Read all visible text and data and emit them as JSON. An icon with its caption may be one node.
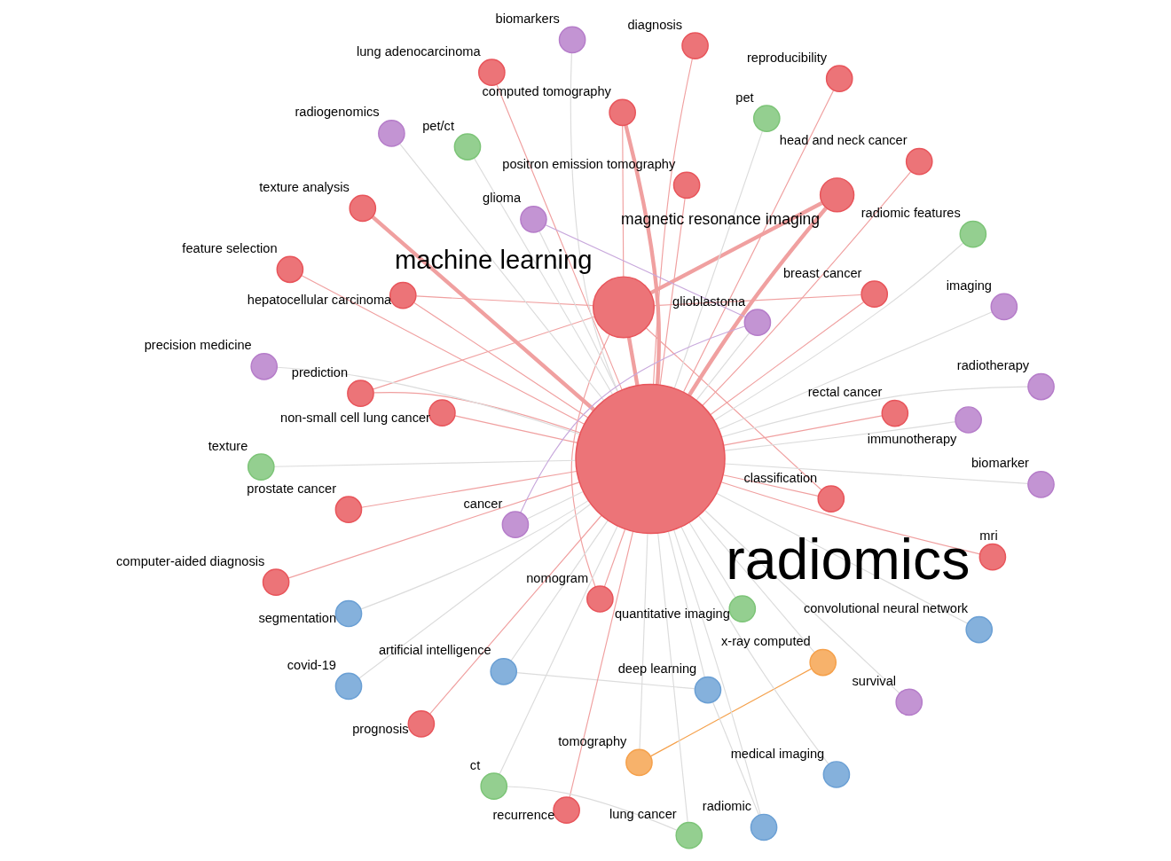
{
  "diagram": {
    "nodes": [
      {
        "text": [
          "computer-aided diagnosis"
        ]
      },
      {
        "text": [
          "x-ray computed"
        ]
      },
      {
        "text": [
          "tomography"
        ]
      },
      {
        "text": [
          "lung adenocarcinoma"
        ]
      },
      {
        "text": [
          "classification"
        ]
      },
      {
        "text": [
          "prostate cancer"
        ]
      },
      {
        "text": [
          "covid-19"
        ]
      },
      {
        "text": [
          "convolutional neural network"
        ]
      },
      {
        "text": [
          "recurrence"
        ]
      },
      {
        "text": [
          "radiomic"
        ]
      },
      {
        "text": [
          "nomogram"
        ]
      },
      {
        "text": [
          "prediction"
        ]
      },
      {
        "text": [
          "machine learning"
        ]
      },
      {
        "text": [
          "breast cancer"
        ]
      },
      {
        "text": [
          "diagnosis"
        ]
      },
      {
        "text": [
          "deep learning"
        ]
      },
      {
        "text": [
          "medical imaging"
        ]
      },
      {
        "text": [
          "feature selection"
        ]
      },
      {
        "text": [
          "hepatocellular carcinoma"
        ]
      },
      {
        "text": [
          "texture analysis"
        ]
      },
      {
        "text": [
          "artificial intelligence"
        ]
      },
      {
        "text": [
          "segmentation"
        ]
      },
      {
        "text": [
          "radiomics"
        ]
      },
      {
        "text": [
          "magnetic resonance imaging"
        ]
      },
      {
        "text": [
          "computed tomography"
        ]
      },
      {
        "text": [
          "lung cancer"
        ]
      },
      {
        "text": [
          "radiomic features"
        ]
      },
      {
        "text": [
          "non-small cell lung cancer"
        ]
      },
      {
        "text": [
          "prognosis"
        ]
      },
      {
        "text": [
          "mri"
        ]
      },
      {
        "text": [
          "pet"
        ]
      },
      {
        "text": [
          "rectal cancer"
        ]
      },
      {
        "text": [
          "ct"
        ]
      },
      {
        "text": [
          "pet/ct"
        ]
      },
      {
        "text": [
          "head and neck cancer"
        ]
      },
      {
        "text": [
          "quantitative imaging"
        ]
      },
      {
        "text": [
          "positron emission tomography"
        ]
      },
      {
        "text": [
          "reproducibility"
        ]
      },
      {
        "text": [
          "precision medicine"
        ]
      },
      {
        "text": [
          "texture"
        ]
      },
      {
        "text": [
          "biomarkers"
        ]
      },
      {
        "text": [
          "radiogenomics"
        ]
      },
      {
        "text": [
          "glioma"
        ]
      },
      {
        "text": [
          "glioblastoma"
        ]
      },
      {
        "text": [
          "immunotherapy"
        ]
      },
      {
        "text": [
          "cancer"
        ]
      },
      {
        "text": [
          "biomarker"
        ]
      },
      {
        "text": [
          "survival"
        ]
      },
      {
        "text": [
          "imaging"
        ]
      },
      {
        "text": [
          "radiotherapy"
        ]
      }
    ],
    "edges": [
      {
        "from": 1,
        "to": 2,
        "arrow": "none",
        "color": "#f5a04a"
      },
      {
        "from": 22,
        "to": 12,
        "arrow": "none",
        "style": "thick",
        "color": "#f0a0a0"
      },
      {
        "from": 22,
        "to": 23,
        "arrow": "none",
        "style": "thick",
        "color": "#f0a0a0"
      },
      {
        "from": 22,
        "to": 24,
        "arrow": "none",
        "style": "thick",
        "color": "#f0a0a0"
      },
      {
        "from": 22,
        "to": 19,
        "arrow": "none",
        "style": "thick",
        "color": "#f0a0a0"
      },
      {
        "from": 22,
        "to": 29,
        "arrow": "none",
        "color": "#f0a0a0"
      },
      {
        "from": 22,
        "to": 28,
        "arrow": "none",
        "color": "#f0a0a0"
      },
      {
        "from": 22,
        "to": 27,
        "arrow": "none",
        "color": "#f0a0a0"
      },
      {
        "from": 22,
        "to": 18,
        "arrow": "none",
        "color": "#f0a0a0"
      },
      {
        "from": 22,
        "to": 13,
        "arrow": "none",
        "color": "#f0a0a0"
      },
      {
        "from": 22,
        "to": 14,
        "arrow": "none",
        "color": "#f0a0a0"
      },
      {
        "from": 22,
        "to": 11,
        "arrow": "none",
        "color": "#f0a0a0"
      },
      {
        "from": 22,
        "to": 10,
        "arrow": "none",
        "color": "#f0a0a0"
      },
      {
        "from": 22,
        "to": 5,
        "arrow": "none",
        "color": "#f0a0a0"
      },
      {
        "from": 22,
        "to": 4,
        "arrow": "none",
        "color": "#f0a0a0"
      },
      {
        "from": 22,
        "to": 3,
        "arrow": "none",
        "color": "#f0a0a0"
      },
      {
        "from": 22,
        "to": 0,
        "arrow": "none",
        "color": "#f0a0a0"
      },
      {
        "from": 22,
        "to": 8,
        "arrow": "none",
        "color": "#f0a0a0"
      },
      {
        "from": 22,
        "to": 17,
        "arrow": "none",
        "color": "#f0a0a0"
      },
      {
        "from": 22,
        "to": 31,
        "arrow": "none",
        "color": "#f0a0a0"
      },
      {
        "from": 22,
        "to": 34,
        "arrow": "none",
        "color": "#f0a0a0"
      },
      {
        "from": 22,
        "to": 36,
        "arrow": "none",
        "color": "#f0a0a0"
      },
      {
        "from": 22,
        "to": 37,
        "arrow": "none",
        "color": "#f0a0a0"
      },
      {
        "from": 22,
        "to": 1,
        "arrow": "none"
      },
      {
        "from": 22,
        "to": 2,
        "arrow": "none"
      },
      {
        "from": 22,
        "to": 6,
        "arrow": "none"
      },
      {
        "from": 22,
        "to": 7,
        "arrow": "none"
      },
      {
        "from": 22,
        "to": 9,
        "arrow": "none"
      },
      {
        "from": 22,
        "to": 15,
        "arrow": "none"
      },
      {
        "from": 22,
        "to": 16,
        "arrow": "none"
      },
      {
        "from": 22,
        "to": 20,
        "arrow": "none"
      },
      {
        "from": 22,
        "to": 21,
        "arrow": "none"
      },
      {
        "from": 22,
        "to": 25,
        "arrow": "none"
      },
      {
        "from": 22,
        "to": 26,
        "arrow": "none"
      },
      {
        "from": 22,
        "to": 30,
        "arrow": "none"
      },
      {
        "from": 22,
        "to": 32,
        "arrow": "none"
      },
      {
        "from": 22,
        "to": 33,
        "arrow": "none"
      },
      {
        "from": 22,
        "to": 35,
        "arrow": "none"
      },
      {
        "from": 22,
        "to": 39,
        "arrow": "none"
      },
      {
        "from": 22,
        "to": 38,
        "arrow": "none"
      },
      {
        "from": 22,
        "to": 40,
        "arrow": "none"
      },
      {
        "from": 22,
        "to": 41,
        "arrow": "none"
      },
      {
        "from": 22,
        "to": 42,
        "arrow": "none"
      },
      {
        "from": 22,
        "to": 43,
        "arrow": "none"
      },
      {
        "from": 22,
        "to": 44,
        "arrow": "none"
      },
      {
        "from": 22,
        "to": 45,
        "arrow": "none"
      },
      {
        "from": 22,
        "to": 46,
        "arrow": "none"
      },
      {
        "from": 22,
        "to": 47,
        "arrow": "none"
      },
      {
        "from": 22,
        "to": 48,
        "arrow": "none"
      },
      {
        "from": 22,
        "to": 49,
        "arrow": "none"
      },
      {
        "from": 12,
        "to": 23,
        "arrow": "none",
        "style": "thick",
        "color": "#f0a0a0"
      },
      {
        "from": 12,
        "to": 11,
        "arrow": "none",
        "color": "#f0a0a0"
      },
      {
        "from": 12,
        "to": 10,
        "arrow": "none",
        "color": "#f0a0a0"
      },
      {
        "from": 12,
        "to": 4,
        "arrow": "none",
        "color": "#f0a0a0"
      },
      {
        "from": 12,
        "to": 13,
        "arrow": "none",
        "color": "#f0a0a0"
      },
      {
        "from": 12,
        "to": 18,
        "arrow": "none",
        "color": "#f0a0a0"
      },
      {
        "from": 12,
        "to": 24,
        "arrow": "none",
        "color": "#f0a0a0"
      },
      {
        "from": 15,
        "to": 20,
        "arrow": "none"
      },
      {
        "from": 15,
        "to": 9,
        "arrow": "none"
      },
      {
        "from": 25,
        "to": 32,
        "arrow": "none"
      },
      {
        "from": 42,
        "to": 43,
        "arrow": "none",
        "color": "#c8a8dc"
      },
      {
        "from": 43,
        "to": 45,
        "arrow": "none",
        "color": "#c8a8dc"
      }
    ]
  }
}
